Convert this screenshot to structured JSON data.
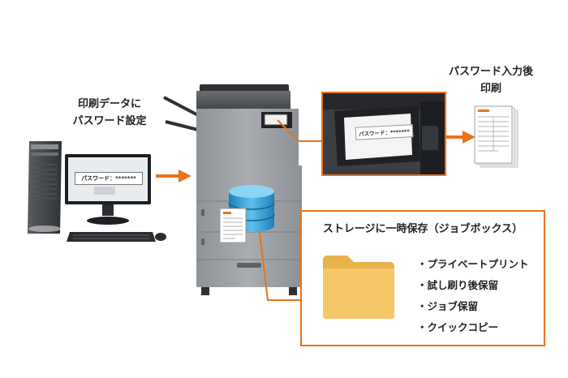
{
  "labels": {
    "left_caption_line1": "印刷データに",
    "left_caption_line2": "パスワード設定",
    "right_caption_line1": "パスワード入力後",
    "right_caption_line2": "印刷",
    "monitor_password": "パスワード：*******",
    "panel_password": "パスワード：*******"
  },
  "storage_box": {
    "title": "ストレージに一時保存（ジョブボックス）",
    "items": [
      "・プライベートプリント",
      "・試し刷り後保留",
      "・ジョブ保留",
      "・クイックコピー"
    ]
  },
  "colors": {
    "accent": "#e8731a",
    "folder": "#f5c766",
    "database": "#3aa3d8"
  }
}
